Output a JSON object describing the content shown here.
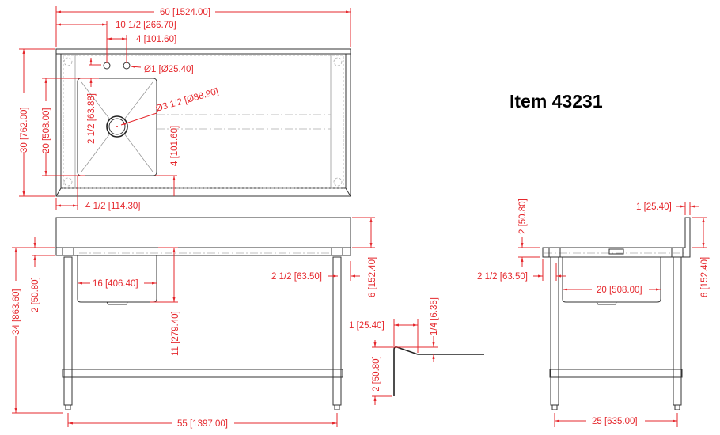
{
  "title": "Item 43231",
  "colors": {
    "dimension": "#e5282d",
    "outline": "#333333"
  },
  "top_view": {
    "overall_width": "60 [1524.00]",
    "faucet_offset": "10 1/2 [266.70]",
    "faucet_spacing": "4 [101.60]",
    "faucet_hole": "Ø1 [Ø25.40]",
    "drain": "Ø3 1/2 [Ø88.90]",
    "overall_depth": "30 [762.00]",
    "bowl_depth": "20 [508.00]",
    "bowl_from_back": "2 1/2 [63.88]",
    "bowl_from_front": "4 [101.60]",
    "bowl_from_left": "4 1/2 [114.30]"
  },
  "front_view": {
    "height": "34 [863.60]",
    "edge": "2 [50.80]",
    "bowl_width": "16 [406.40]",
    "bowl_height": "11 [279.40]",
    "leg_span": "55 [1397.00]",
    "leg_inset": "2 1/2 [63.50]",
    "backsplash": "6 [152.40]"
  },
  "edge_detail": {
    "lip": "1 [25.40]",
    "drop": "1/4 [6.35]",
    "edge": "2 [50.80]"
  },
  "side_view": {
    "backsplash_thickness": "1 [25.40]",
    "edge": "2 [50.80]",
    "leg_inset": "2 1/2 [63.50]",
    "bowl_width": "20 [508.00]",
    "backsplash": "6 [152.40]",
    "leg_span": "25 [635.00]"
  }
}
